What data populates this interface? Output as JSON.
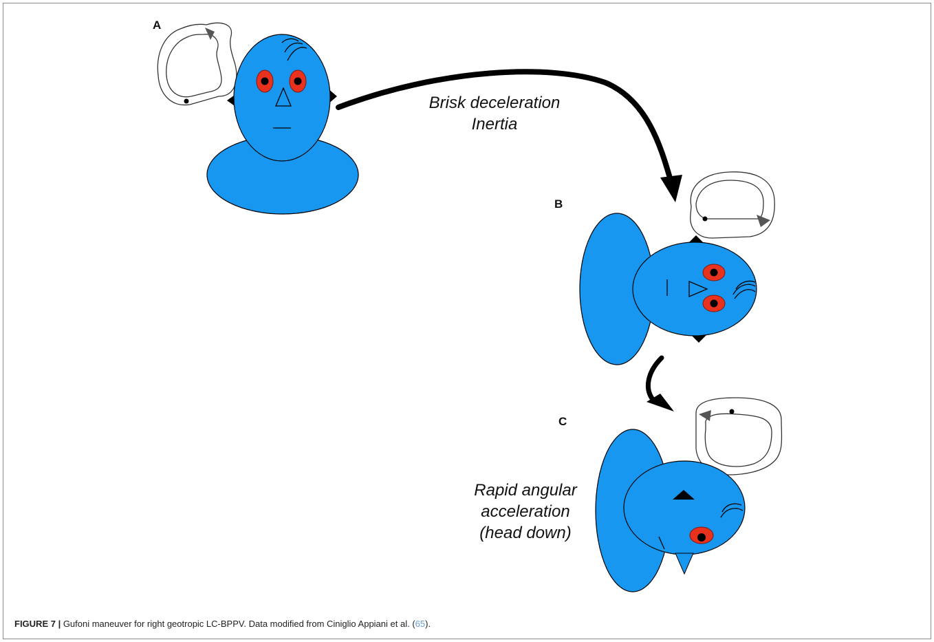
{
  "panels": {
    "a": {
      "label": "A"
    },
    "b": {
      "label": "B"
    },
    "c": {
      "label": "C"
    }
  },
  "annotations": {
    "first_arrow": {
      "line1": "Brisk deceleration",
      "line2": "Inertia"
    },
    "second_arrow": {
      "line1": "Rapid angular",
      "line2": "acceleration",
      "line3": "(head down)"
    }
  },
  "caption": {
    "label": "FIGURE 7 |",
    "text_before": " Gufoni maneuver for right geotropic LC-BPPV. Data modified from Ciniglio Appiani et al. (",
    "citation": "65",
    "text_after": ")."
  },
  "colors": {
    "head_blue": "#1797f0",
    "eye_red": "#e8321e",
    "outline": "#000000"
  }
}
